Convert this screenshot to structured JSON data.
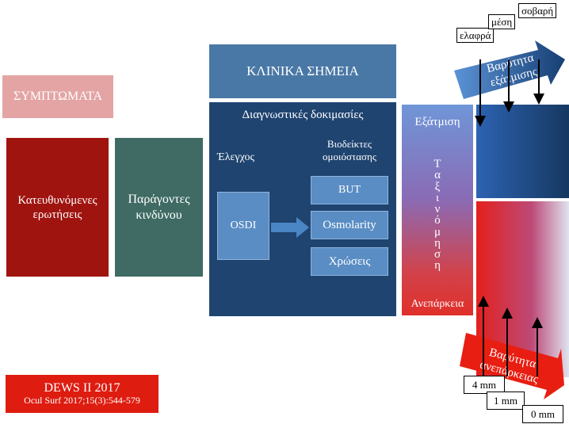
{
  "headers": {
    "symptoms": "ΣΥΜΠΤΩΜΑΤΑ",
    "clinical_signs": "ΚΛΙΝΙΚΑ ΣΗΜΕΙΑ"
  },
  "symptom_boxes": {
    "guided_questions": "Κατευθυνόμενες ερωτήσεις",
    "risk_factors": "Παράγοντες κινδύνου"
  },
  "diagnostic_tests": {
    "title": "Διαγνωστικές δοκιμασίες",
    "screening": "Έλεγχος",
    "homeostasis_markers": "Βιοδείκτες ομοιόστασης",
    "osdi": "OSDI",
    "but": "BUT",
    "osmolarity": "Osmolarity",
    "staining": "Χρώσεις"
  },
  "classification": {
    "evaporation": "Εξάτμιση",
    "classification_letters": [
      "Τ",
      "α",
      "ξ",
      "ι",
      "ν",
      "ό",
      "μ",
      "η",
      "σ",
      "η"
    ],
    "insufficiency": "Ανεπάρκεια"
  },
  "evaporation_severity": {
    "title_line1": "Βαρύτητα",
    "title_line2": "εξάτμισης",
    "mild": "ελαφρά",
    "moderate": "μέση",
    "severe": "σοβαρή"
  },
  "insufficiency_severity": {
    "title_line1": "Βαρύτητα",
    "title_line2": "ανεπάρκειας",
    "mm4": "4 mm",
    "mm1": "1 mm",
    "mm0": "0 mm"
  },
  "reference": {
    "title": "DEWS II 2017",
    "citation": "Ocul Surf 2017;15(3):544-579"
  },
  "colors": {
    "dark_red": "#a01410",
    "teal": "#3f6b64",
    "navy": "#1f4470",
    "light_blue": "#5a8dc4",
    "red": "#de1c10"
  }
}
